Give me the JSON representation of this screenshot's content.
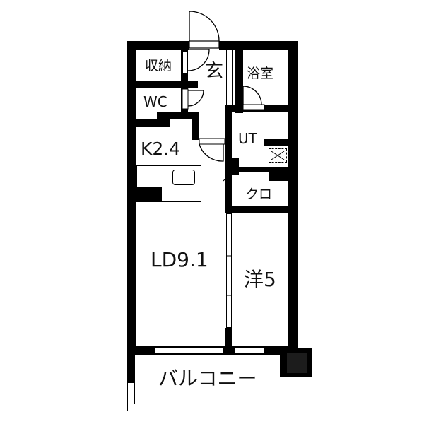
{
  "floor_plan": {
    "rooms": {
      "storage": "収納",
      "entrance": "玄",
      "bathroom": "浴室",
      "toilet": "WC",
      "kitchen": "K2.4",
      "utility": "UT",
      "closet": "クロ",
      "living_dining": "LD9.1",
      "western_room": "洋5",
      "balcony": "バルコニー"
    },
    "colors": {
      "wall": "#000000",
      "background": "#ffffff"
    }
  }
}
